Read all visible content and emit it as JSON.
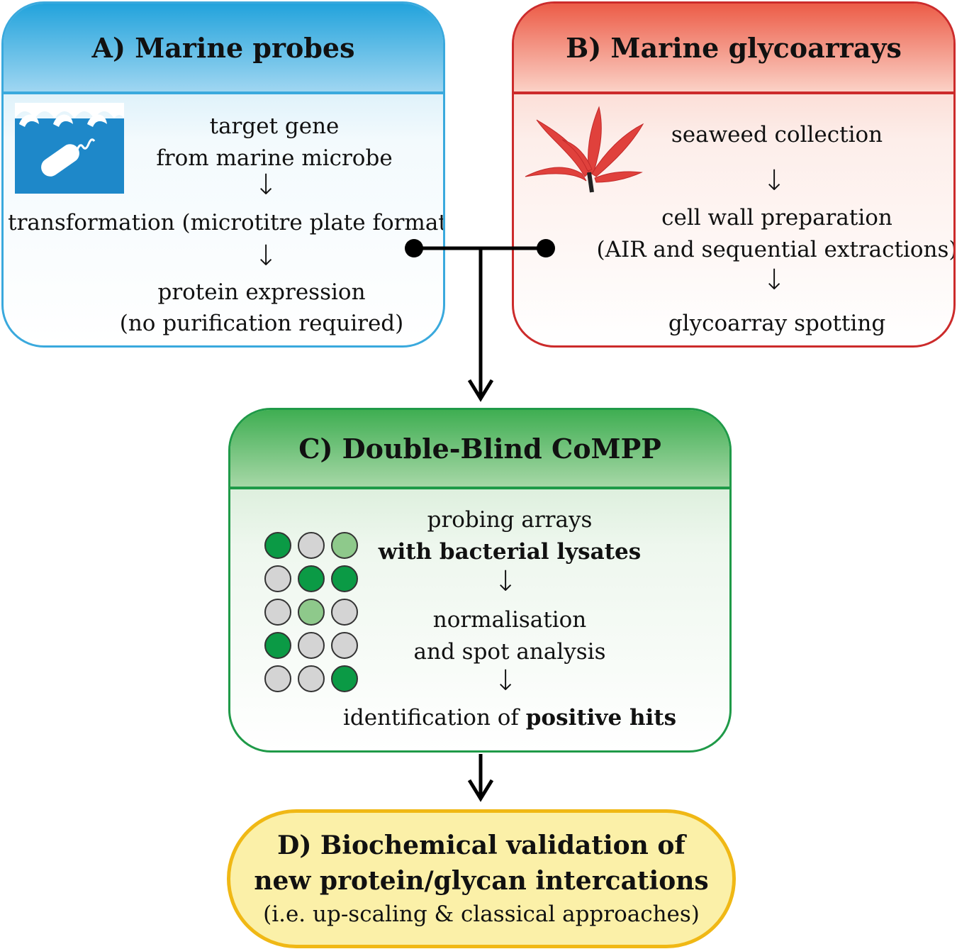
{
  "panel_a": {
    "title": "A) Marine probes",
    "icon": "wave-bacterium-icon",
    "steps": [
      "target gene",
      "from marine microbe",
      "transformation (microtitre plate format)",
      "protein expression",
      "(no purification required)"
    ],
    "colors": {
      "border": "#3aa9dd",
      "icon": "#1e88c9"
    }
  },
  "panel_b": {
    "title": "B) Marine glycoarrays",
    "icon": "seaweed-icon",
    "steps": [
      "seaweed collection",
      "cell wall preparation",
      "(AIR and sequential extractions)",
      "glycoarray spotting"
    ],
    "colors": {
      "border": "#cc2b2b",
      "seaweed": "#e0413c"
    }
  },
  "panel_c": {
    "title": "C) Double-Blind CoMPP",
    "icon": "spot-array-icon",
    "line1": "probing arrays",
    "line2": "with bacterial lysates",
    "line3": "normalisation",
    "line4": "and spot analysis",
    "line5_prefix": "identification of ",
    "line5_bold": "positive hits",
    "spots": [
      [
        "dark",
        "grey",
        "light"
      ],
      [
        "grey",
        "dark",
        "dark"
      ],
      [
        "grey",
        "light",
        "grey"
      ],
      [
        "dark",
        "grey",
        "grey"
      ],
      [
        "grey",
        "grey",
        "dark"
      ]
    ],
    "colors": {
      "border": "#1f9a48",
      "dark": "#0b9a45",
      "light": "#8ec98b",
      "grey": "#d4d4d4"
    }
  },
  "panel_d": {
    "line1": "D) Biochemical validation of",
    "line2": "new protein/glycan intercations",
    "line3": "(i.e. up-scaling & classical approaches)",
    "colors": {
      "border": "#f0b815",
      "fill": "#fbf0a8"
    }
  }
}
